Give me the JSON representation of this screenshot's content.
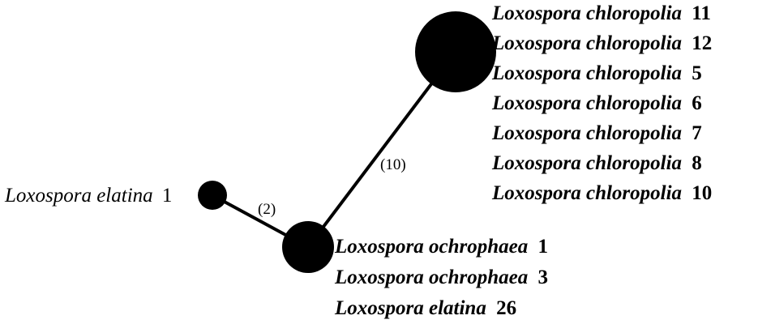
{
  "edges": [
    {
      "id": "elatina1-ochro",
      "label": "(2)"
    },
    {
      "id": "ochro-chloro",
      "label": "(10)"
    }
  ],
  "nodes": {
    "chloropolia": {
      "labels": [
        {
          "species": "Loxospora chloropolia",
          "number": "11"
        },
        {
          "species": "Loxospora chloropolia",
          "number": "12"
        },
        {
          "species": "Loxospora chloropolia",
          "number": "5"
        },
        {
          "species": "Loxospora chloropolia",
          "number": "6"
        },
        {
          "species": "Loxospora chloropolia",
          "number": "7"
        },
        {
          "species": "Loxospora chloropolia",
          "number": "8"
        },
        {
          "species": "Loxospora chloropolia",
          "number": "10"
        }
      ]
    },
    "elatina_single": {
      "labels": [
        {
          "species": "Loxospora elatina",
          "number": "1"
        }
      ]
    },
    "ochrophaea": {
      "labels": [
        {
          "species": "Loxospora ochrophaea",
          "number": "1"
        },
        {
          "species": "Loxospora ochrophaea",
          "number": "3"
        },
        {
          "species": "Loxospora elatina",
          "number": "26"
        }
      ]
    }
  },
  "colors": {
    "ink": "#000000",
    "background": "#ffffff"
  }
}
